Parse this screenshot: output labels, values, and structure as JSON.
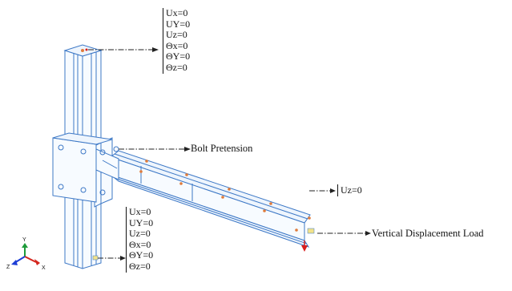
{
  "annotations": {
    "column_top_bc": [
      "Ux=0",
      "UY=0",
      "Uz=0",
      "Θx=0",
      "ΘY=0",
      "Θz=0"
    ],
    "column_bottom_bc": [
      "Ux=0",
      "UY=0",
      "Uz=0",
      "Θx=0",
      "ΘY=0",
      "Θz=0"
    ],
    "beam_bc": "Uz=0",
    "bolt_label": "Bolt Pretension",
    "load_label": "Vertical Displacement Load"
  },
  "triad": {
    "y": "Y",
    "z": "Z",
    "x": "X",
    "colors": {
      "y": "#1e9b3a",
      "x": "#d4261e",
      "z": "#1f3fd6"
    }
  },
  "colors": {
    "mesh_outline": "#3d78c6",
    "mesh_fill": "#f7fbff",
    "bolt_markers": "#e07b3a",
    "load_marker": "#d81e1e",
    "leader_line": "#222222"
  }
}
